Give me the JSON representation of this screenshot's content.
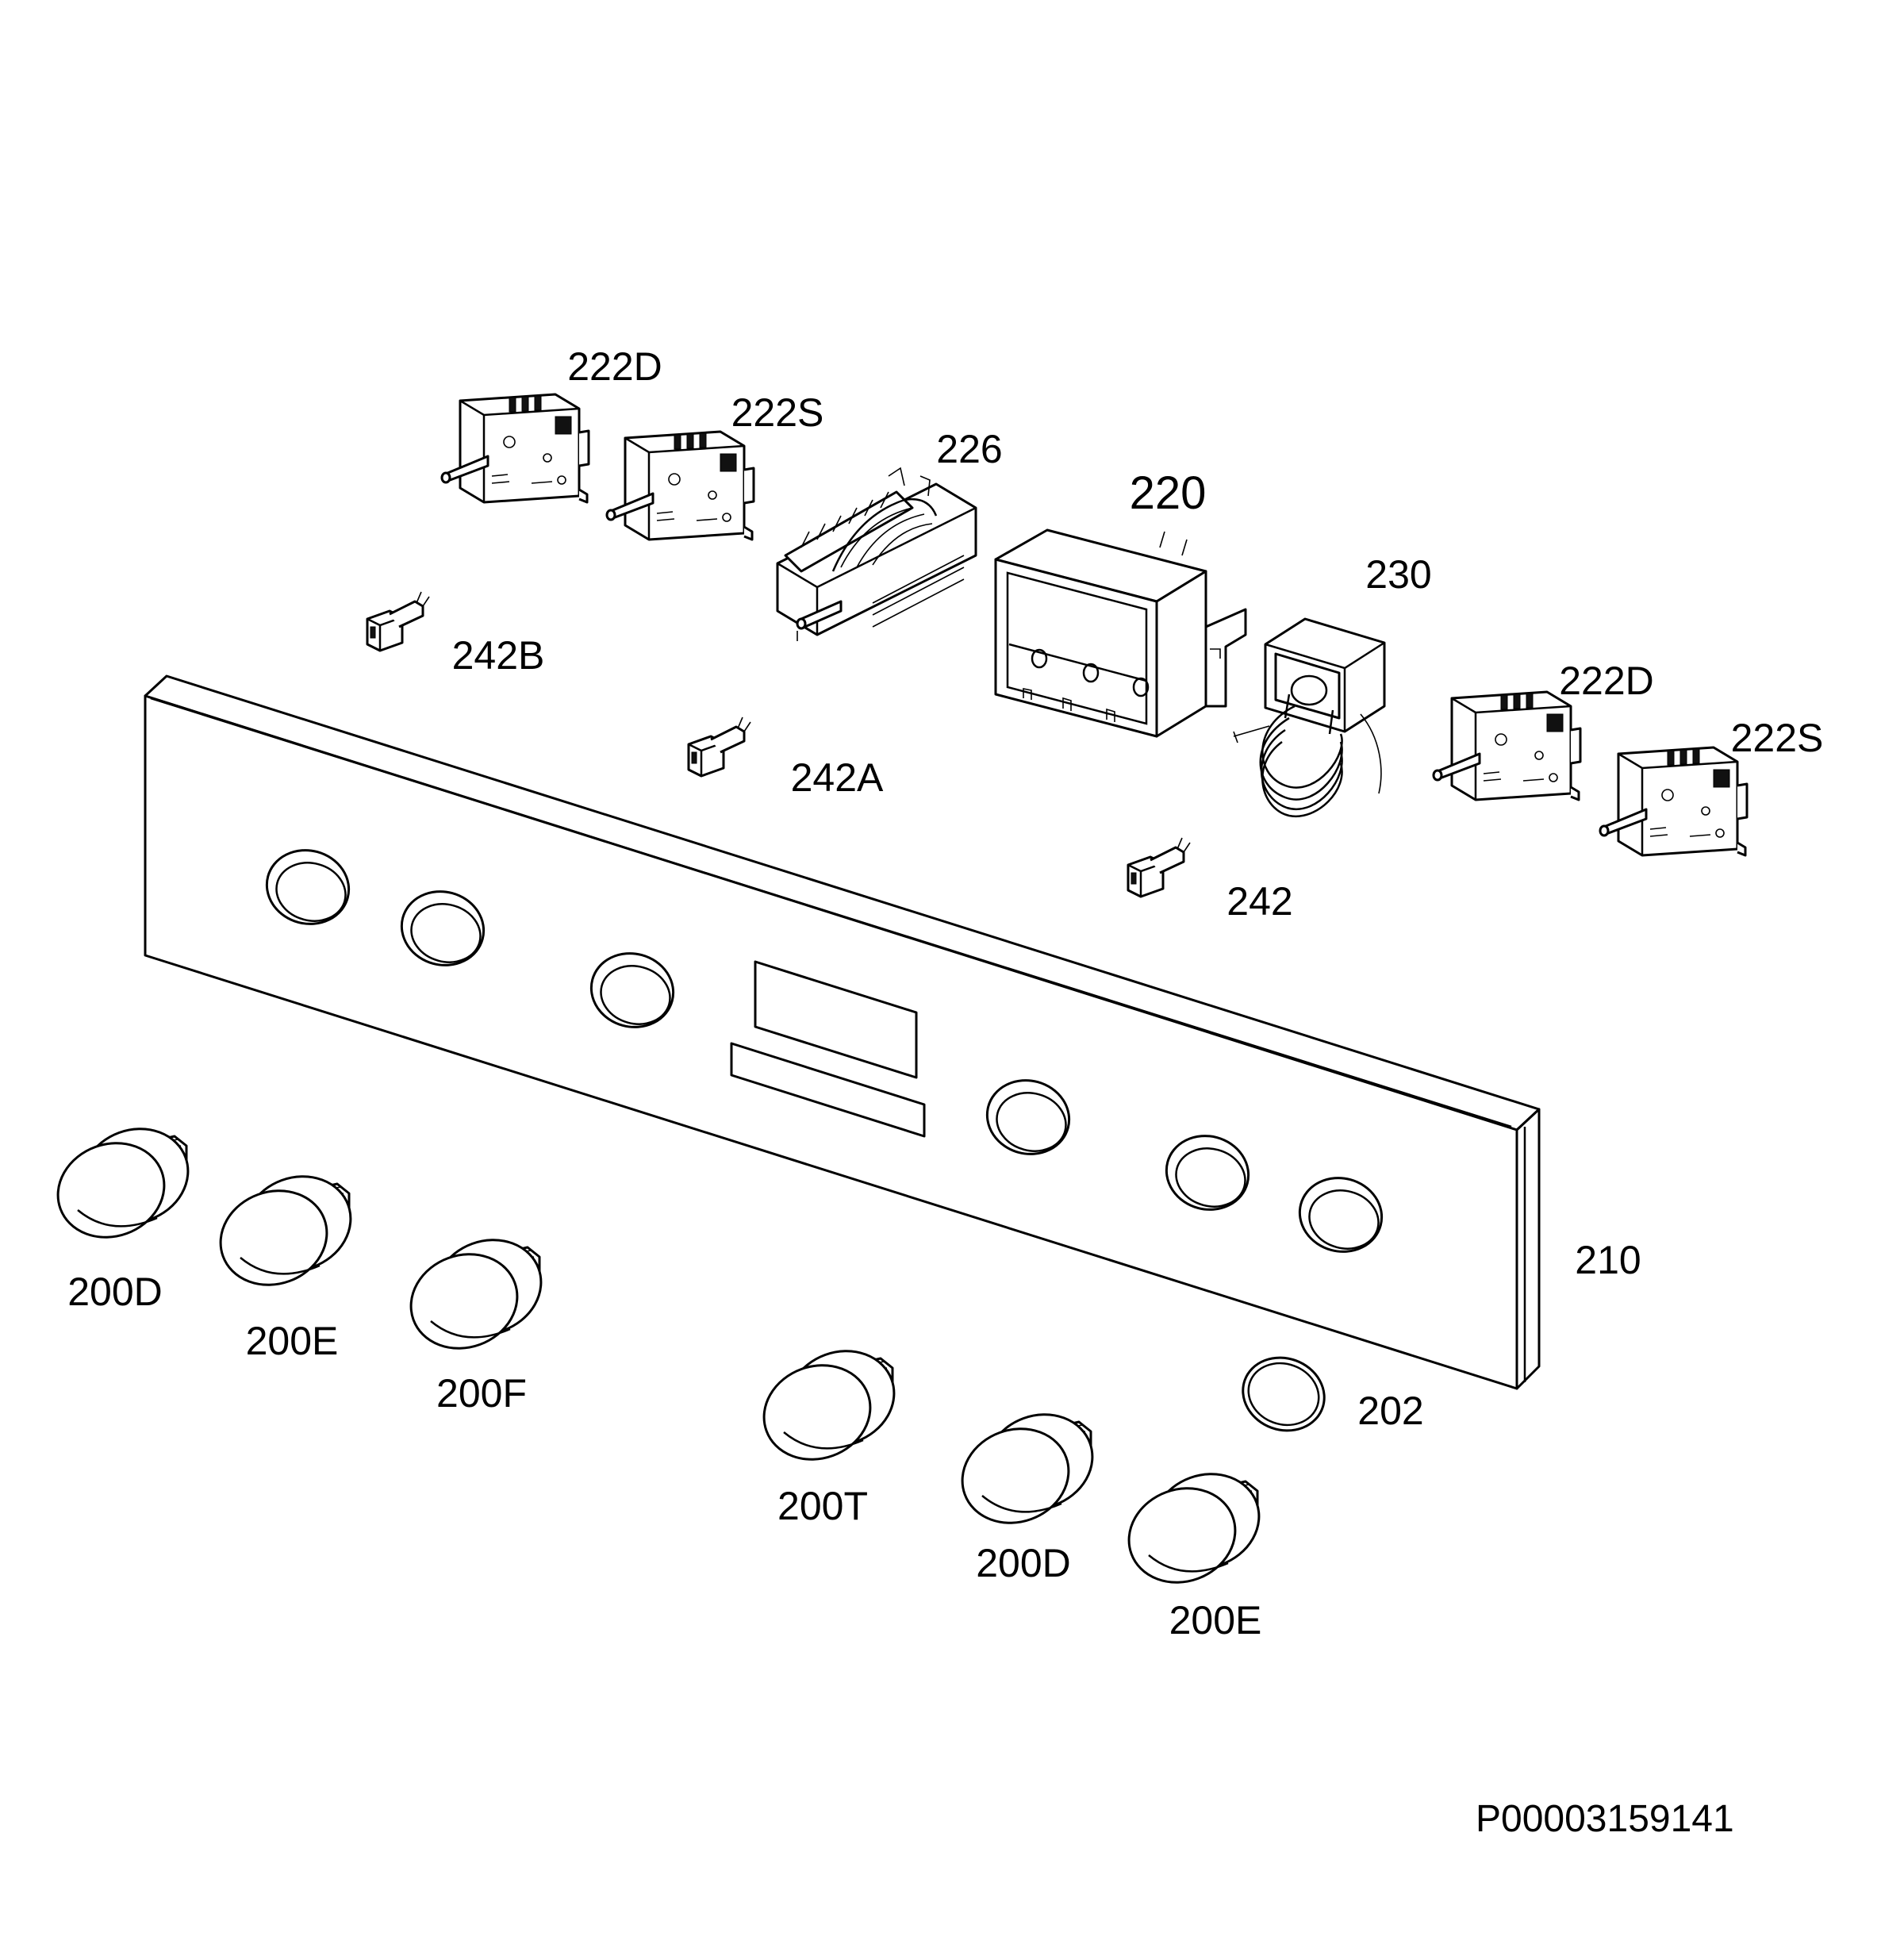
{
  "document_id": "P00003159141",
  "callouts": {
    "c200D_a": "200D",
    "c200E_a": "200E",
    "c200F": "200F",
    "c200T": "200T",
    "c200D_b": "200D",
    "c200E_b": "200E",
    "c202": "202",
    "c210": "210",
    "c220": "220",
    "c222D_a": "222D",
    "c222S_a": "222S",
    "c222D_b": "222D",
    "c222S_b": "222S",
    "c226": "226",
    "c230": "230",
    "c242": "242",
    "c242A": "242A",
    "c242B": "242B"
  }
}
